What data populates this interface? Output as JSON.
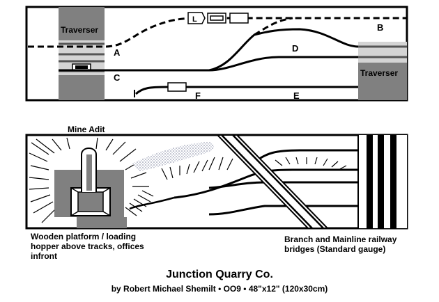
{
  "top_plan": {
    "traverser_left": "Traverser",
    "traverser_right": "Traverser",
    "track_labels": {
      "a": "A",
      "b": "B",
      "c": "C",
      "d": "D",
      "e": "E",
      "f": "F",
      "l": "L"
    }
  },
  "bottom_plan": {
    "mine_adit": "Mine Adit",
    "platform_caption": [
      "Wooden platform / loading",
      "hopper above tracks, offices",
      "infront"
    ],
    "bridges_caption": [
      "Branch and Mainline railway",
      "bridges (Standard gauge)"
    ]
  },
  "footer": {
    "title": "Junction Quarry Co.",
    "byline": "by Robert Michael Shemilt  •  OO9  •  48\"x12\" (120x30cm)"
  }
}
